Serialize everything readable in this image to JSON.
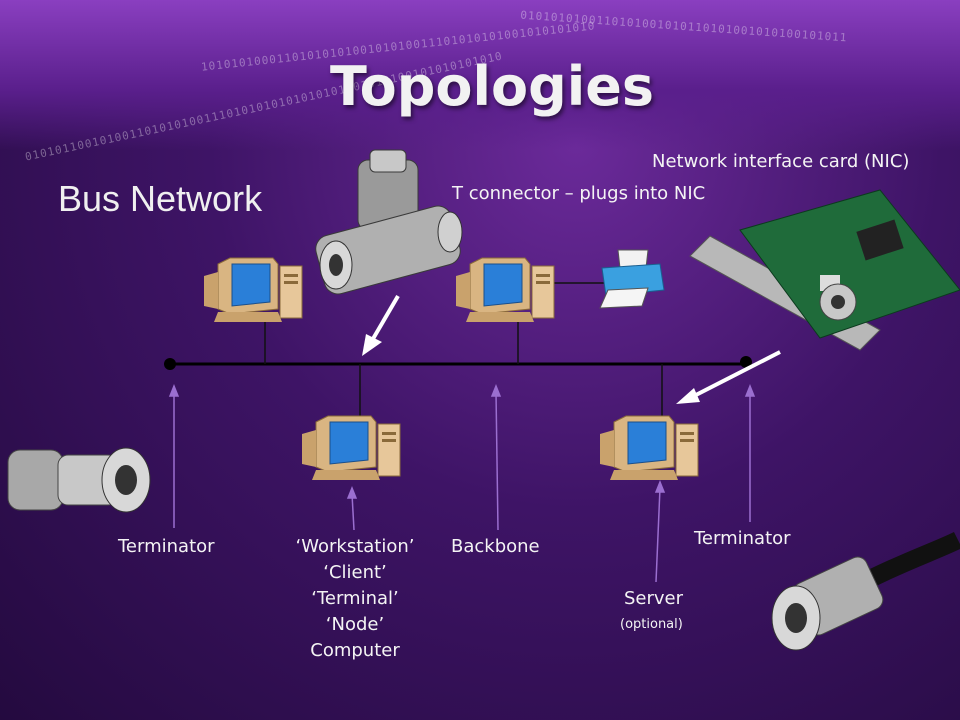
{
  "slide": {
    "title": "Topologies",
    "subtitle": "Bus Network"
  },
  "labels": {
    "nic": "Network interface card (NIC)",
    "t_connector": "T connector – plugs into NIC",
    "terminator_left": "Terminator",
    "workstation": "‘Workstation’",
    "client": "‘Client’",
    "terminal": "‘Terminal’",
    "node": "‘Node’",
    "computer": "Computer",
    "backbone": "Backbone",
    "terminator_right": "Terminator",
    "server": "Server",
    "server_note": "(optional)"
  },
  "icons": [
    "computer-icon",
    "printer-icon",
    "bnc-t-connector-image",
    "nic-card-image",
    "terminator-plug-image",
    "bnc-cable-image"
  ],
  "colors": {
    "background": "#3e1466",
    "accent": "#8a3fc0",
    "arrow": "#9b6fd0",
    "monitor_body": "#e7c79a",
    "screen": "#2a7fd8"
  }
}
